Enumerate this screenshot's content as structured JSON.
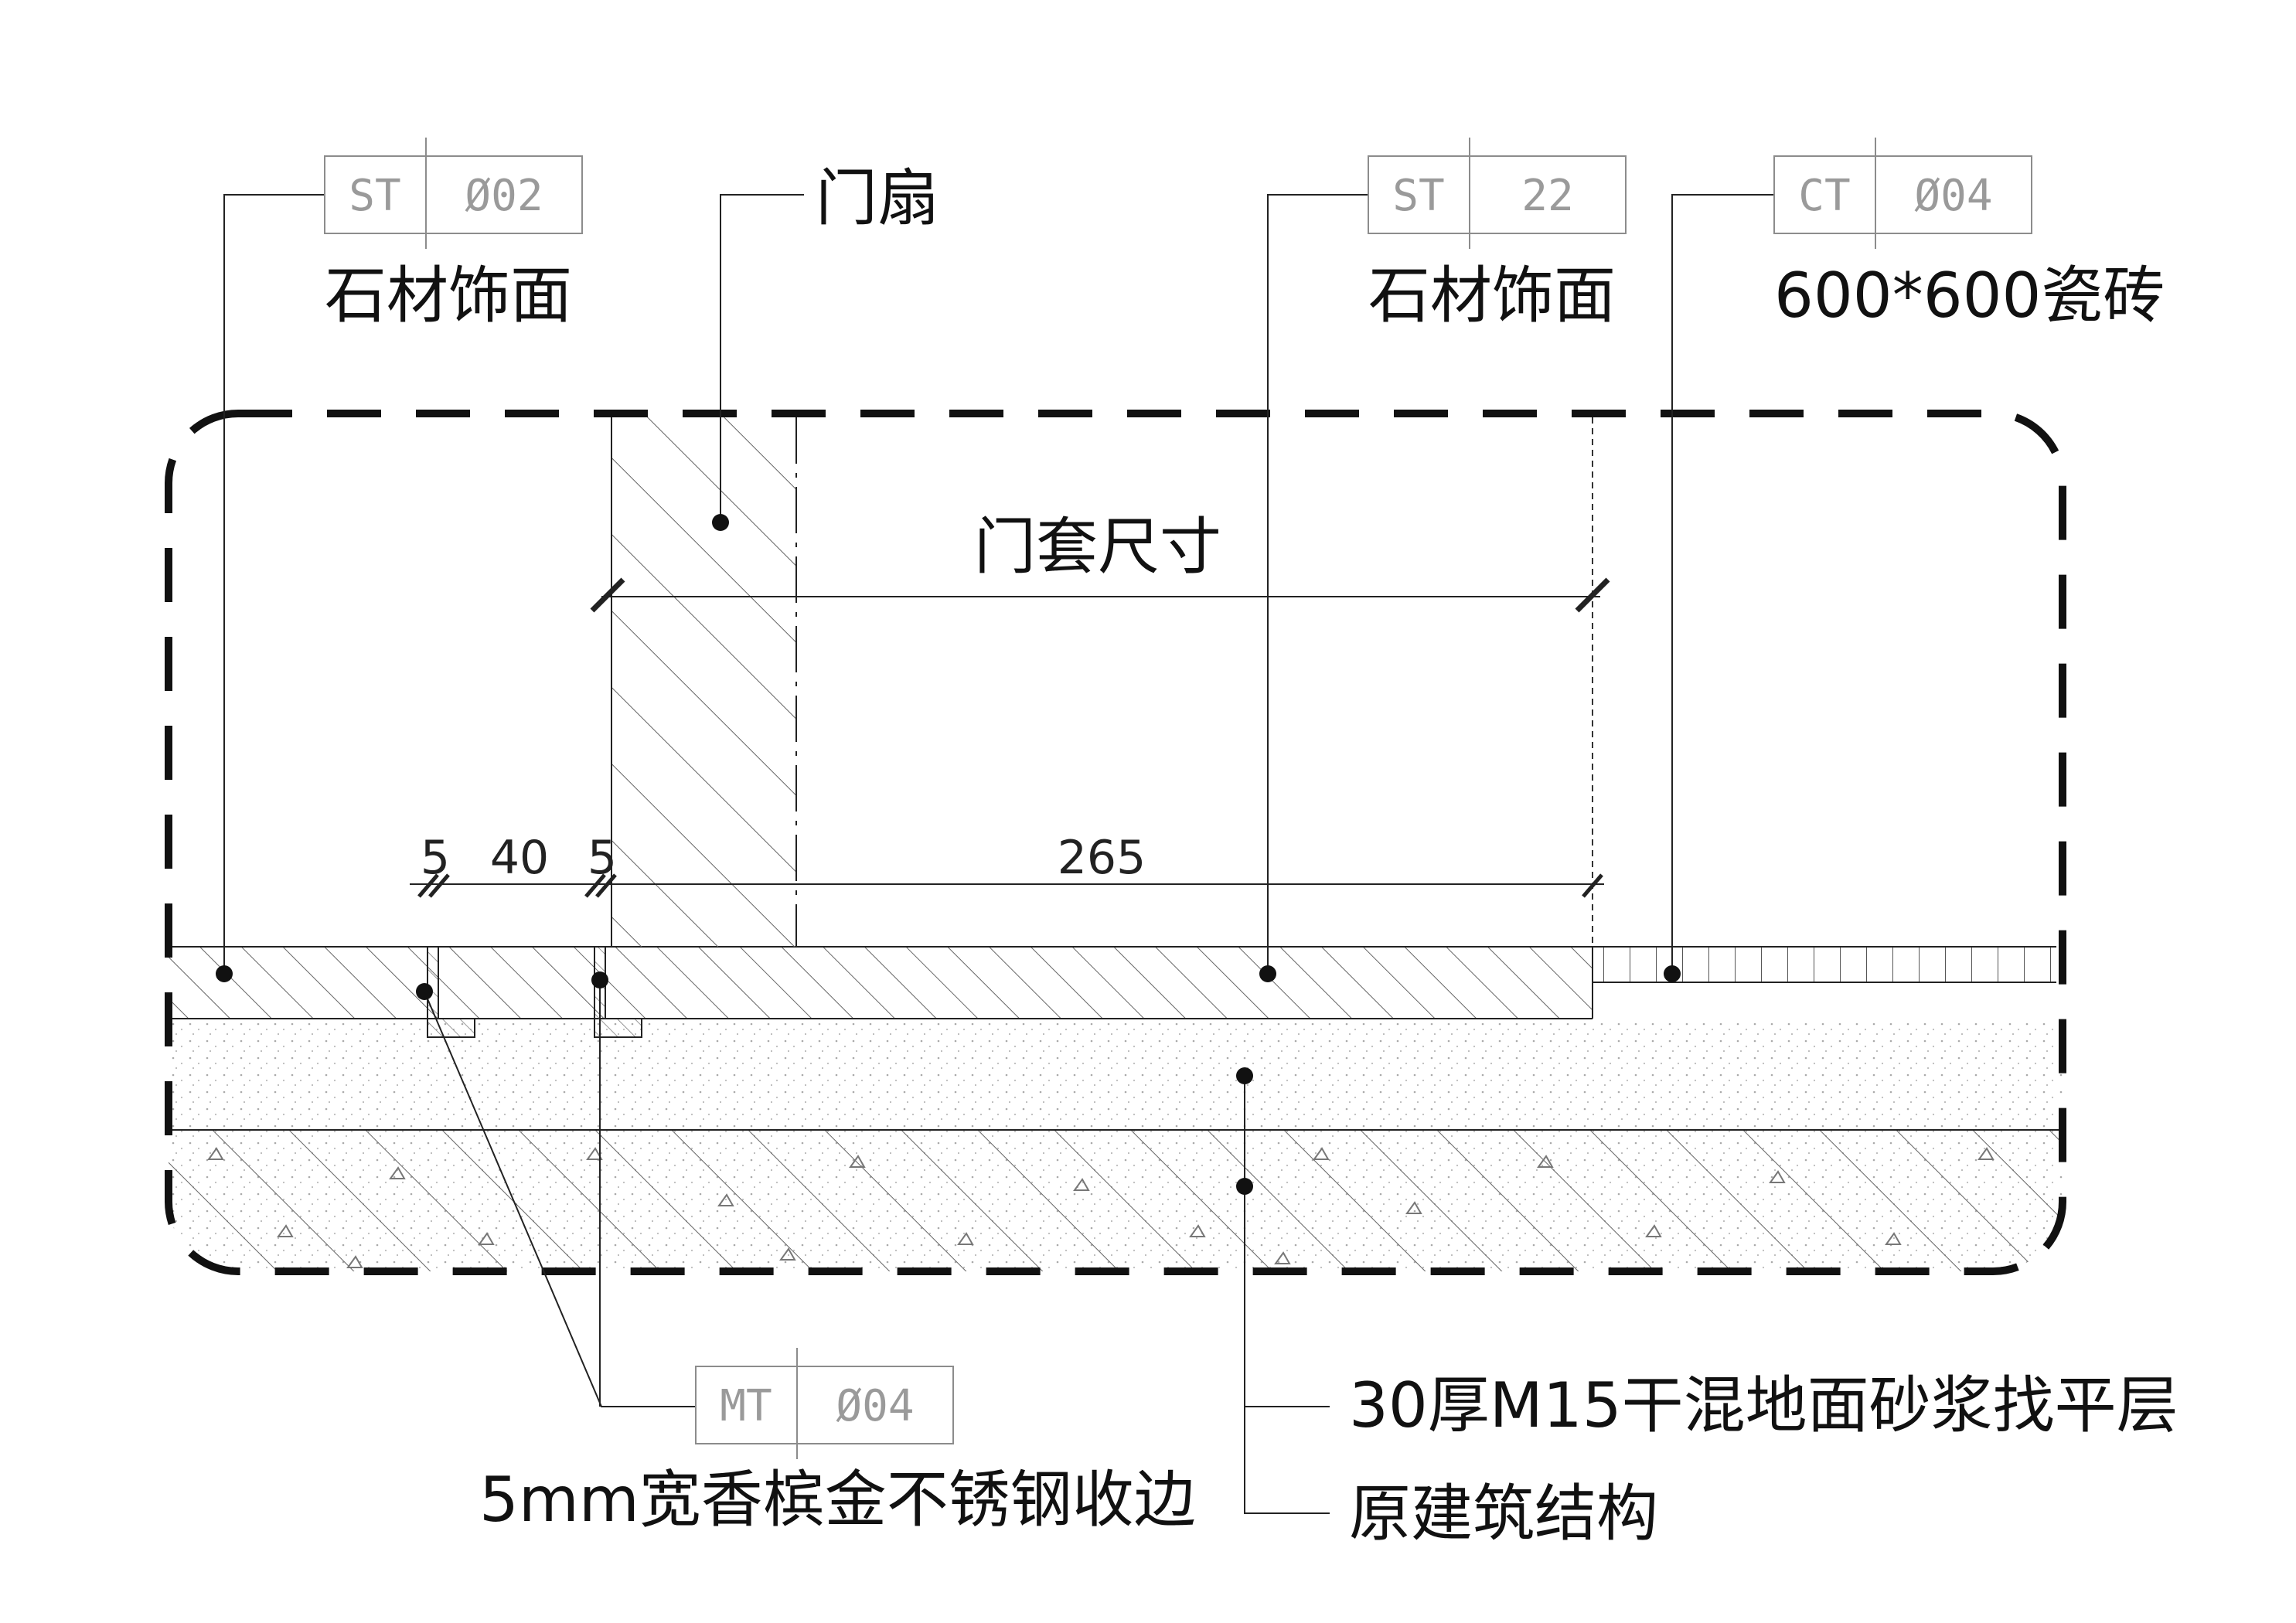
{
  "callouts": {
    "stone_left": {
      "code": "ST",
      "number": "02",
      "label": "石材饰面"
    },
    "door_leaf": {
      "label": "门扇"
    },
    "stone_right": {
      "code": "ST",
      "number": "22",
      "label": "石材饰面"
    },
    "tile": {
      "code": "CT",
      "number": "04",
      "label": "600*600瓷砖"
    },
    "metal_trim": {
      "code": "MT",
      "number": "04",
      "label": "5mm宽香槟金不锈钢收边"
    },
    "screed": {
      "label": "30厚M15干混地面砂浆找平层"
    },
    "structure": {
      "label": "原建筑结构"
    }
  },
  "dimensions": {
    "frame_size": "门套尺寸",
    "d1": "5",
    "d2": "40",
    "d3": "5",
    "d4": "265"
  },
  "colors": {
    "line": "#111111",
    "tag": "#9a9a9a",
    "hatch": "#666666"
  }
}
